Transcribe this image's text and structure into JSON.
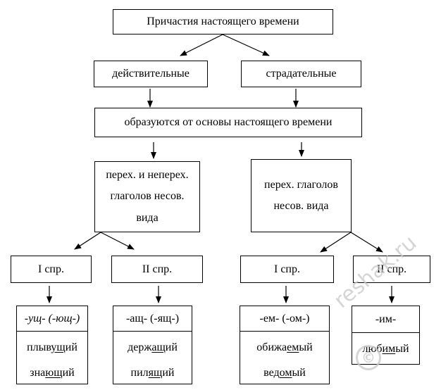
{
  "diagram": {
    "root": "Причастия настоящего времени",
    "voice": {
      "active": "действительные",
      "passive": "страдательные"
    },
    "formation": "образуются от основы настоящего времени",
    "active_verbs": [
      "перех. и неперех.",
      "глаголов несов.",
      "вида"
    ],
    "passive_verbs": [
      "перех. глаголов",
      "несов. вида"
    ],
    "conjugations": {
      "active_1": "I спр.",
      "active_2": "II спр.",
      "passive_1": "I спр.",
      "passive_2": "II спр."
    },
    "examples": {
      "active_1": {
        "suffix": "-ущ- (-ющ-)",
        "w1": [
          "плыв",
          "ущ",
          "ий"
        ],
        "w2": [
          "зна",
          "ющ",
          "ий"
        ]
      },
      "active_2": {
        "suffix": "-ащ- (-ящ-)",
        "w1": [
          "держ",
          "ащ",
          "ий"
        ],
        "w2": [
          "пил",
          "ящ",
          "ий"
        ]
      },
      "passive_1": {
        "suffix": "-ем- (-ом-)",
        "w1": [
          "обижа",
          "ем",
          "ый"
        ],
        "w2": [
          "вед",
          "ом",
          "ый"
        ]
      },
      "passive_2": {
        "suffix": "-им-",
        "w1": [
          "люб",
          "им",
          "ый"
        ]
      }
    }
  },
  "watermark": {
    "text": "reshak.ru",
    "symbol": "©"
  }
}
